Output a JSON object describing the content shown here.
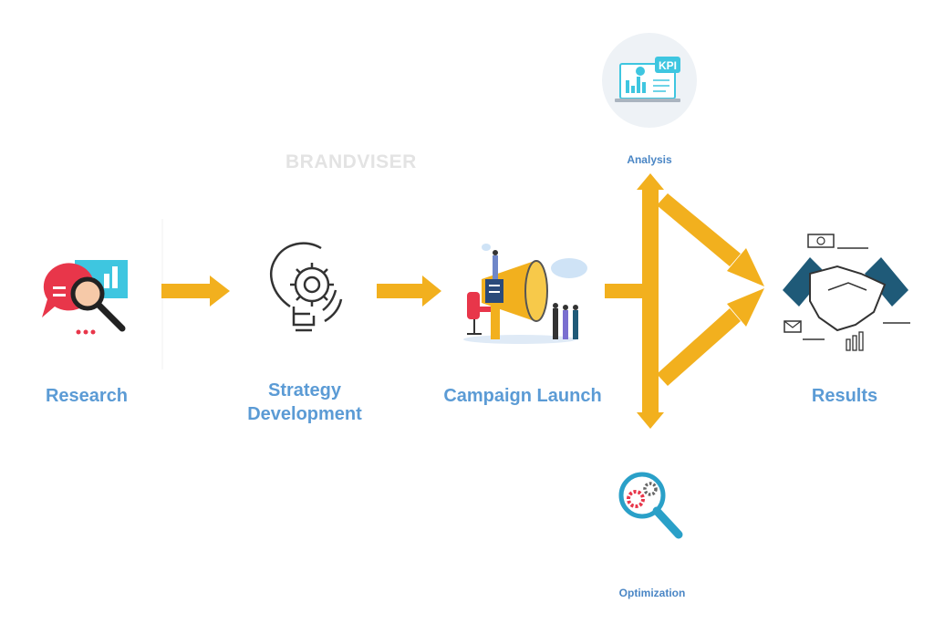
{
  "watermark": "BRANDVISER",
  "steps": [
    {
      "label": "Research",
      "icon": "research-icon"
    },
    {
      "label": "Strategy Development",
      "icon": "lightbulb-gear-icon"
    },
    {
      "label": "Campaign Launch",
      "icon": "megaphone-icon"
    },
    {
      "label": "Results",
      "icon": "handshake-icon"
    }
  ],
  "branches": [
    {
      "label": "Analysis",
      "icon": "kpi-dashboard-icon"
    },
    {
      "label": "Optimization",
      "icon": "magnifier-gears-icon"
    }
  ],
  "kpi_text": "KPI",
  "colors": {
    "arrow": "#f2b01e",
    "label": "#5b9bd5",
    "dark_teal": "#1f5a78",
    "red": "#e8364a",
    "cyan": "#3ec6e0"
  }
}
